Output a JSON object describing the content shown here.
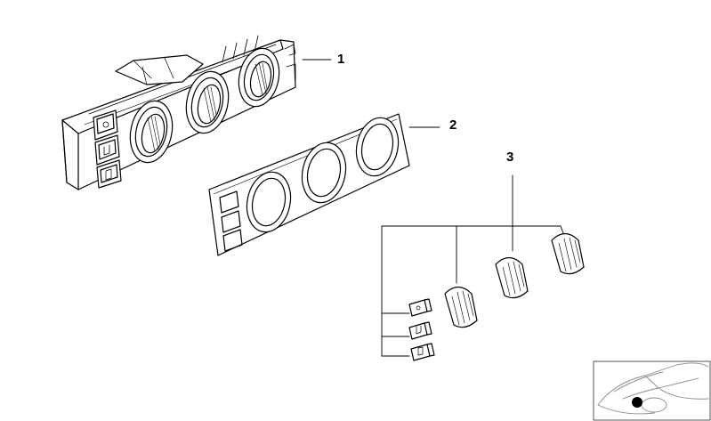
{
  "callouts": [
    {
      "id": "1",
      "label": "1",
      "part": "heater-control-panel"
    },
    {
      "id": "2",
      "label": "2",
      "part": "control-panel-trim-bezel"
    },
    {
      "id": "3",
      "label": "3",
      "part": "rotary-knobs-and-push-buttons"
    }
  ],
  "colors": {
    "line": "#000000",
    "background": "#ffffff",
    "locator_car_line": "#8c8c8c",
    "locator_marker": "#000000"
  },
  "icons": [
    "car-locator-icon",
    "location-dot-icon"
  ]
}
